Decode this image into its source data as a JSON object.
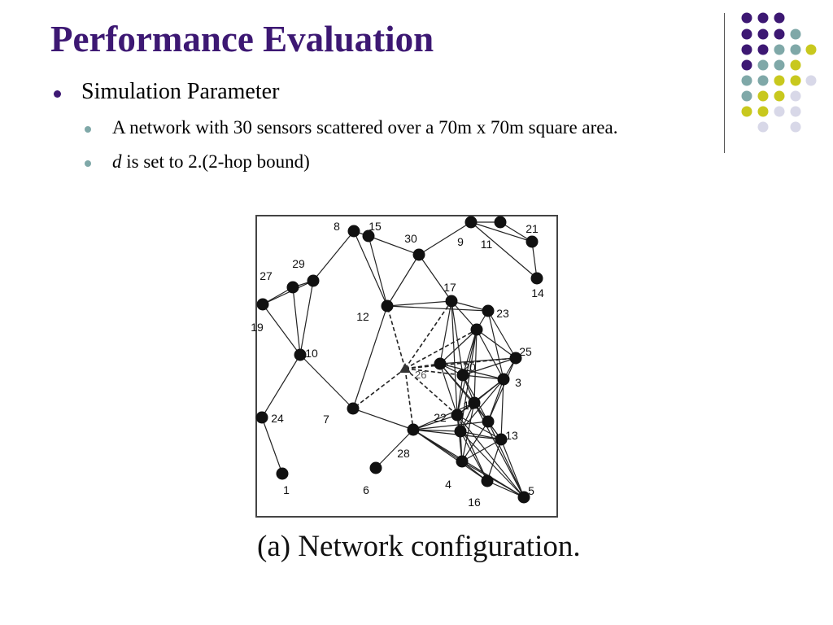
{
  "slide": {
    "title": "Performance Evaluation",
    "bullets": {
      "level1": "Simulation Parameter",
      "item1": "A network with 30 sensors scattered over a 70m x 70m square area.",
      "item2_italic": "d",
      "item2_rest": " is set to 2.(2-hop bound)"
    },
    "caption": "(a) Network configuration."
  },
  "colors": {
    "title": "#3d1873",
    "bullet_l1": "#3d1873",
    "bullet_l2": "#7fa8a8",
    "dot_purple": "#3d1873",
    "dot_teal": "#7fa8a8",
    "dot_yellow": "#c8c81e",
    "dot_lavender": "#d8d8e8"
  },
  "network": {
    "sink_label": "26",
    "nodes": [
      {
        "id": "1"
      },
      {
        "id": "3"
      },
      {
        "id": "4"
      },
      {
        "id": "5"
      },
      {
        "id": "6"
      },
      {
        "id": "7"
      },
      {
        "id": "8"
      },
      {
        "id": "9"
      },
      {
        "id": "10"
      },
      {
        "id": "11"
      },
      {
        "id": "12"
      },
      {
        "id": "13"
      },
      {
        "id": "14"
      },
      {
        "id": "15"
      },
      {
        "id": "16"
      },
      {
        "id": "17"
      },
      {
        "id": "18"
      },
      {
        "id": "19"
      },
      {
        "id": "20"
      },
      {
        "id": "21"
      },
      {
        "id": "22"
      },
      {
        "id": "23"
      },
      {
        "id": "24"
      },
      {
        "id": "25"
      },
      {
        "id": "27"
      },
      {
        "id": "28"
      },
      {
        "id": "29"
      },
      {
        "id": "30"
      }
    ]
  }
}
